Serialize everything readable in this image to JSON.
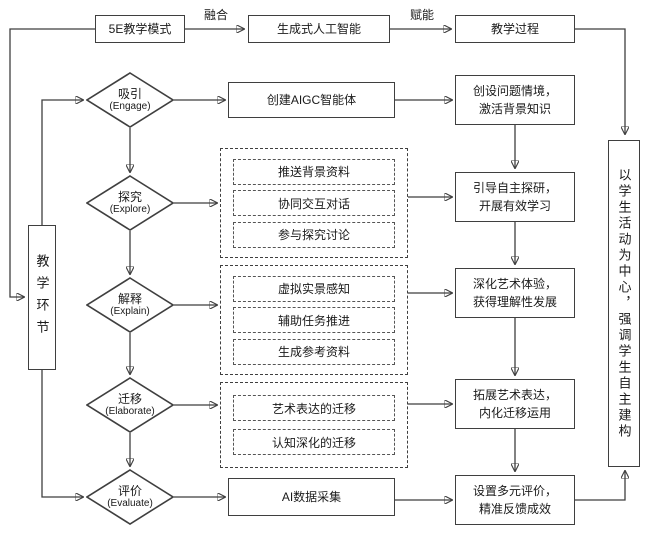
{
  "top_row": {
    "model": "5E教学模式",
    "fusion_label": "融合",
    "ai": "生成式人工智能",
    "empower_label": "赋能",
    "process": "教学过程"
  },
  "left_rail": {
    "label": "教学环节"
  },
  "right_rail": {
    "label": "以学生活动为中心，强调学生自主建构"
  },
  "stages": [
    {
      "zh": "吸引",
      "en": "(Engage)"
    },
    {
      "zh": "探究",
      "en": "(Explore)"
    },
    {
      "zh": "解释",
      "en": "(Explain)"
    },
    {
      "zh": "迁移",
      "en": "(Elaborate)"
    },
    {
      "zh": "评价",
      "en": "(Evaluate)"
    }
  ],
  "middle": {
    "engage_box": "创建AIGC智能体",
    "explore_group": [
      "推送背景资料",
      "协同交互对话",
      "参与探究讨论"
    ],
    "explain_group": [
      "虚拟实景感知",
      "辅助任务推进",
      "生成参考资料"
    ],
    "elaborate_group": [
      "艺术表达的迁移",
      "认知深化的迁移"
    ],
    "evaluate_box": "AI数据采集"
  },
  "right_column": [
    {
      "line1": "创设问题情境，",
      "line2": "激活背景知识"
    },
    {
      "line1": "引导自主探研，",
      "line2": "开展有效学习"
    },
    {
      "line1": "深化艺术体验，",
      "line2": "获得理解性发展"
    },
    {
      "line1": "拓展艺术表达，",
      "line2": "内化迁移运用"
    },
    {
      "line1": "设置多元评价，",
      "line2": "精准反馈成效"
    }
  ]
}
